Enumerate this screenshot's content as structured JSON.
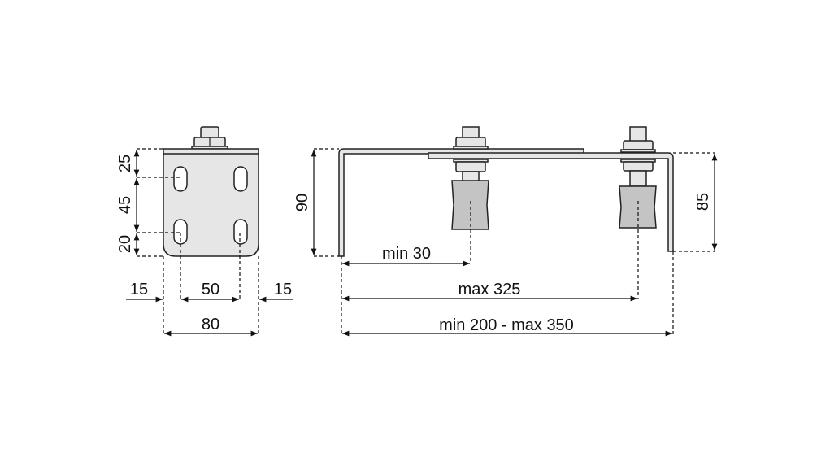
{
  "front_view": {
    "vertical_dims": [
      "25",
      "45",
      "20"
    ],
    "horizontal_dims": [
      "15",
      "50",
      "15"
    ],
    "overall_width": "80"
  },
  "side_view": {
    "height_left": "90",
    "height_right": "85",
    "min_offset": "min 30",
    "max_span": "max 325",
    "overall_range": "min 200 - max 350"
  },
  "colors": {
    "plate": "#e6e6e6",
    "roller": "#c4c4c4",
    "line": "#111111"
  }
}
